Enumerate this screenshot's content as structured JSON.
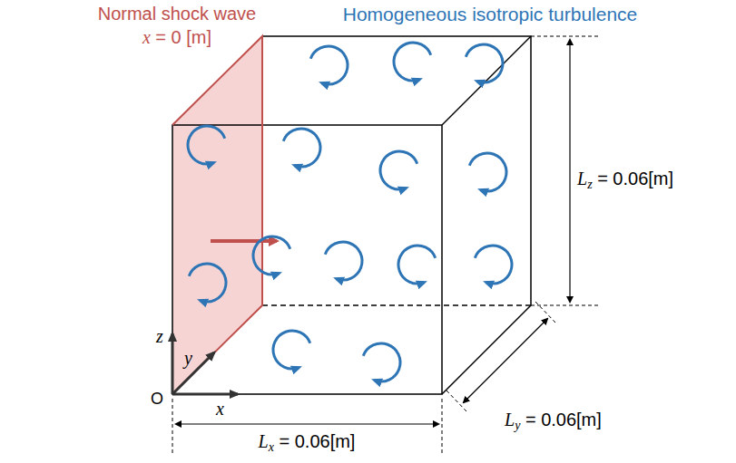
{
  "diagram": {
    "labels": [
      "Homogeneous isotropic turbulence",
      "Normal shock wave",
      "x = 0 [m]",
      "Lz = 0.06[m]",
      "Ly = 0.06[m]",
      "Lx = 0.06[m]",
      "O",
      "x",
      "y",
      "z"
    ]
  }
}
